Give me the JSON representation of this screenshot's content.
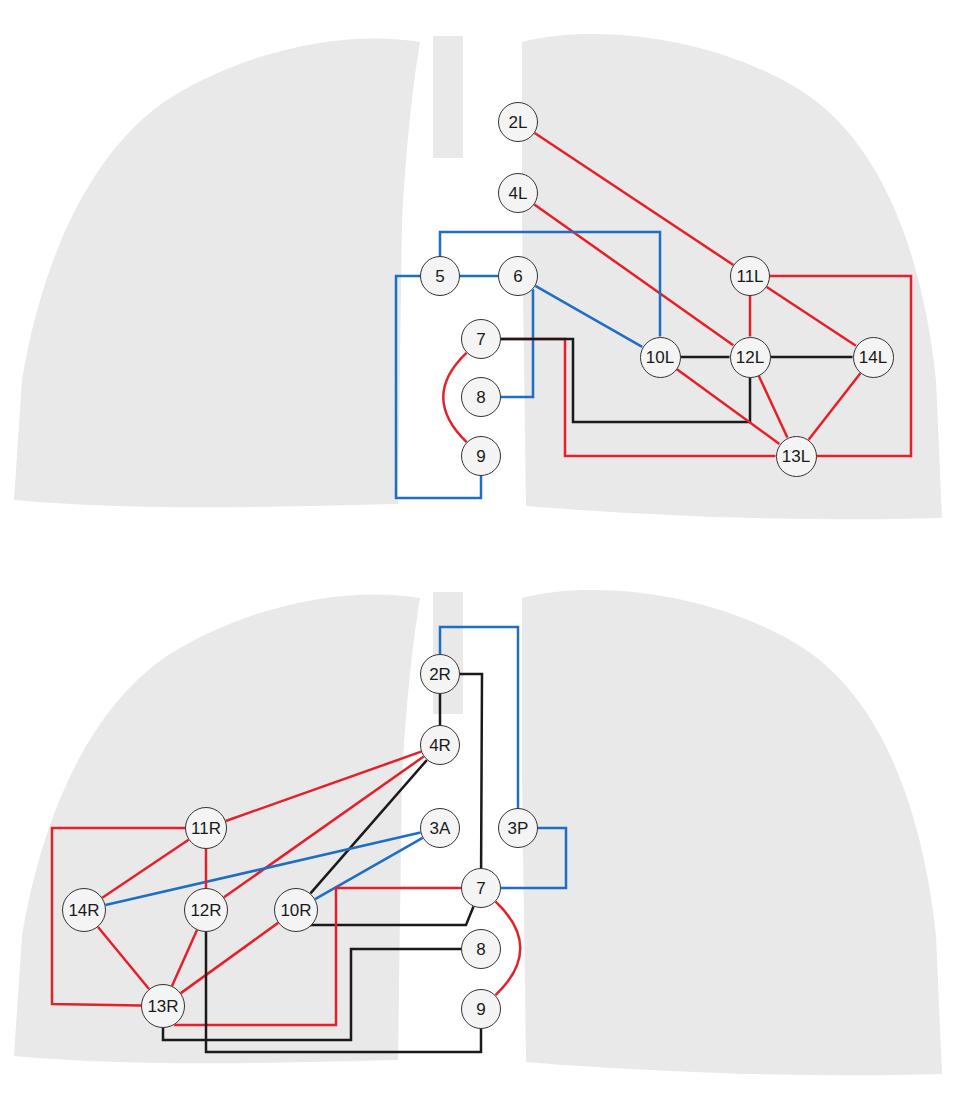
{
  "diagram": {
    "nodes": [
      {
        "text": [
          "2L"
        ]
      },
      {
        "text": [
          "4L"
        ]
      },
      {
        "text": [
          "5"
        ]
      },
      {
        "text": [
          "6"
        ]
      },
      {
        "text": [
          "11L"
        ]
      },
      {
        "text": [
          "7"
        ]
      },
      {
        "text": [
          "10L"
        ]
      },
      {
        "text": [
          "12L"
        ]
      },
      {
        "text": [
          "14L"
        ]
      },
      {
        "text": [
          "8"
        ]
      },
      {
        "text": [
          "9"
        ]
      },
      {
        "text": [
          "13L"
        ]
      },
      {
        "text": [
          "2R"
        ]
      },
      {
        "text": [
          "4R"
        ]
      },
      {
        "text": [
          "11R"
        ]
      },
      {
        "text": [
          "3A"
        ]
      },
      {
        "text": [
          "3P"
        ]
      },
      {
        "text": [
          "14R"
        ]
      },
      {
        "text": [
          "12R"
        ]
      },
      {
        "text": [
          "10R"
        ]
      },
      {
        "text": [
          "7"
        ]
      },
      {
        "text": [
          "8"
        ]
      },
      {
        "text": [
          "13R"
        ]
      },
      {
        "text": [
          "9"
        ]
      }
    ],
    "edges": [
      {
        "from": 0,
        "to": 4,
        "arrow": "none"
      },
      {
        "from": 1,
        "to": 7,
        "arrow": "none"
      },
      {
        "from": 2,
        "to": 3,
        "arrow": "none"
      },
      {
        "from": 2,
        "to": 6,
        "arrow": "none"
      },
      {
        "from": 2,
        "to": 10,
        "arrow": "none"
      },
      {
        "from": 3,
        "to": 6,
        "arrow": "none"
      },
      {
        "from": 3,
        "to": 9,
        "arrow": "none"
      },
      {
        "from": 5,
        "to": 10,
        "arrow": "none"
      },
      {
        "from": 5,
        "to": 11,
        "arrow": "none"
      },
      {
        "from": 5,
        "to": 7,
        "arrow": "none"
      },
      {
        "from": 6,
        "to": 7,
        "arrow": "none"
      },
      {
        "from": 7,
        "to": 8,
        "arrow": "none"
      },
      {
        "from": 4,
        "to": 7,
        "arrow": "none"
      },
      {
        "from": 4,
        "to": 8,
        "arrow": "none"
      },
      {
        "from": 4,
        "to": 11,
        "arrow": "none"
      },
      {
        "from": 6,
        "to": 11,
        "arrow": "none"
      },
      {
        "from": 7,
        "to": 11,
        "arrow": "none"
      },
      {
        "from": 8,
        "to": 11,
        "arrow": "none"
      },
      {
        "from": 12,
        "to": 13,
        "arrow": "none"
      },
      {
        "from": 12,
        "to": 16,
        "arrow": "none"
      },
      {
        "from": 12,
        "to": 20,
        "arrow": "none"
      },
      {
        "from": 13,
        "to": 14,
        "arrow": "none"
      },
      {
        "from": 13,
        "to": 18,
        "arrow": "none"
      },
      {
        "from": 13,
        "to": 19,
        "arrow": "none"
      },
      {
        "from": 15,
        "to": 17,
        "arrow": "none"
      },
      {
        "from": 15,
        "to": 19,
        "arrow": "none"
      },
      {
        "from": 16,
        "to": 20,
        "arrow": "none"
      },
      {
        "from": 14,
        "to": 17,
        "arrow": "none"
      },
      {
        "from": 14,
        "to": 18,
        "arrow": "none"
      },
      {
        "from": 14,
        "to": 22,
        "arrow": "none"
      },
      {
        "from": 17,
        "to": 22,
        "arrow": "none"
      },
      {
        "from": 18,
        "to": 22,
        "arrow": "none"
      },
      {
        "from": 19,
        "to": 22,
        "arrow": "none"
      },
      {
        "from": 19,
        "to": 20,
        "arrow": "none"
      },
      {
        "from": 20,
        "to": 22,
        "arrow": "none"
      },
      {
        "from": 20,
        "to": 23,
        "arrow": "none"
      },
      {
        "from": 21,
        "to": 22,
        "arrow": "none"
      },
      {
        "from": 18,
        "to": 23,
        "arrow": "none"
      }
    ]
  }
}
